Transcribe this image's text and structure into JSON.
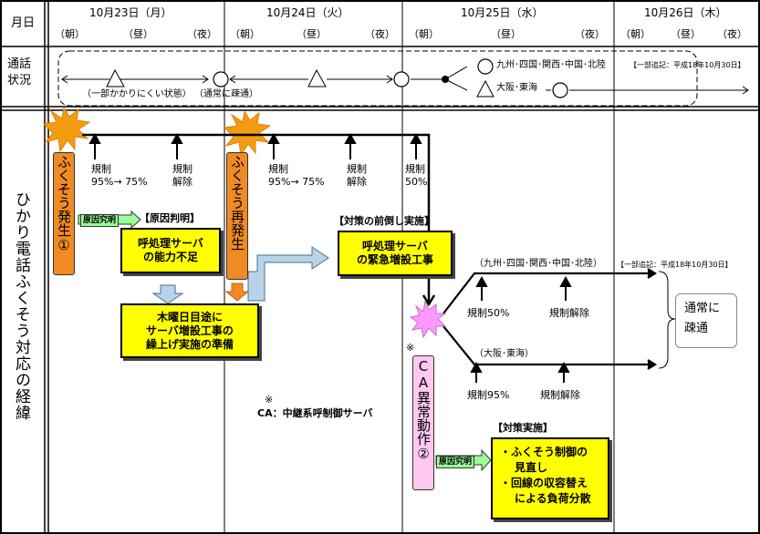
{
  "header": {
    "month_day": "月日",
    "days": [
      "10月23日（月）",
      "10月24日（火）",
      "10月25日（水）",
      "10月26日（木）"
    ],
    "morning": "（朝）",
    "noon": "（昼）",
    "night": "（夜）"
  },
  "status_row": {
    "label": "通話状況",
    "note_partial": "（一部かかりにくい状態）",
    "note_normal": "（通常に疎通）",
    "region_north": "九州･四国･関西･中国･北陸",
    "north_addendum": "【一部追記：平成18年10月30日】",
    "region_osaka": "大阪･東海"
  },
  "main": {
    "label": "ひかり電話ふくそう対応の経緯",
    "congestion1": "ふくそう発生①",
    "congestion2": "ふくそう再発生",
    "ca_anomaly": "CA異常動作②",
    "reg1": "規制",
    "reg1_values": "95%→ 75%",
    "release": "規制",
    "release2": "解除",
    "reg2": "規制",
    "reg2_values": "95%→ 75%",
    "release_b1": "規制",
    "release_b2": "解除",
    "reg3": "規制",
    "reg3_value": "50%",
    "cause_tag1": "原因究明",
    "cause_heading": "【原因判明】",
    "cause_line1": "呼処理サーバ",
    "cause_line2": "の能力不足",
    "prep_line1": "木曜日目途に",
    "prep_line2": "サーバ増設工事の",
    "prep_line3": "繰上げ実施の準備",
    "advance_heading": "【対策の前倒し実施】",
    "advance_line1": "呼処理サーバ",
    "advance_line2": "の緊急増設工事",
    "north_region": "（九州･四国･関西･中国･北陸）",
    "north_addendum": "【一部追記：平成18年10月30日】",
    "reg_50": "規制50%",
    "release_n": "規制解除",
    "osaka_region": "（大阪･東海）",
    "reg_95": "規制95%",
    "release_o": "規制解除",
    "normal_line1": "通常に",
    "normal_line2": "疎通",
    "note_mark": "※",
    "note_ca": "CA：中継系呼制御サーバ",
    "ca_mark": "※",
    "cause_tag2": "原因究明",
    "measure_heading": "【対策実施】",
    "measure_line1": "・ふくそう制御の",
    "measure_line2": "見直し",
    "measure_line3": "・回線の収容替え",
    "measure_line4": "による負荷分散"
  }
}
